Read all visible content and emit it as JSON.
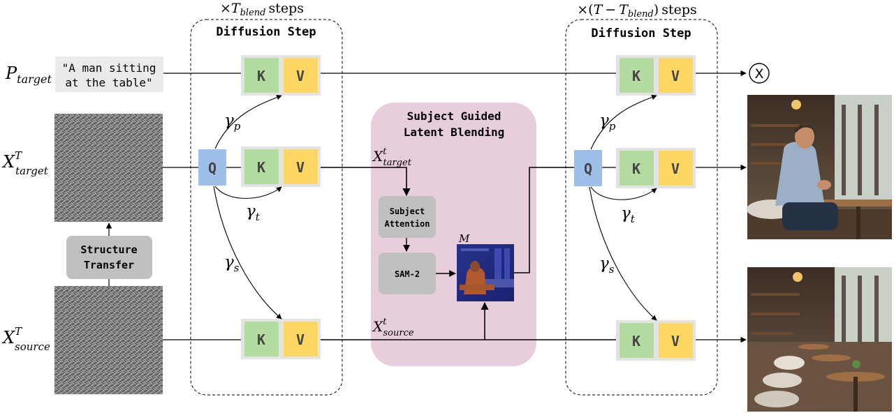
{
  "steps": {
    "left_times": "×",
    "left_T": "T",
    "left_sub": "blend",
    "left_word": "steps",
    "right_prefix": "×(",
    "right_T": "T",
    "right_minus": "−",
    "right_T2": "T",
    "right_sub": "blend",
    "right_suffix": ")",
    "right_word": "steps"
  },
  "blocks": {
    "diffusion_step_left": "Diffusion Step",
    "diffusion_step_right": "Diffusion Step",
    "blending_line1": "Subject Guided",
    "blending_line2": "Latent Blending",
    "subject_attention_line1": "Subject",
    "subject_attention_line2": "Attention",
    "sam2": "SAM-2",
    "structure_line1": "Structure",
    "structure_line2": "Transfer"
  },
  "prompt": {
    "line1": "\"A man sitting",
    "line2": "at the table\""
  },
  "keys": {
    "q": "Q",
    "k": "K",
    "v": "V"
  },
  "labels": {
    "P": "P",
    "P_sub": "target",
    "X": "X",
    "X_sup": "T",
    "X_target_sub": "target",
    "X_source_sub": "source",
    "Xt": "X",
    "Xt_sup": "t",
    "Xt_target_sub": "target",
    "Xt_source_sub": "source",
    "gamma": "γ",
    "gamma_p": "p",
    "gamma_t": "t",
    "gamma_s": "s",
    "M": "M",
    "null_symbol": "X"
  },
  "colors": {
    "q": "#9dbfe8",
    "k": "#b5dca0",
    "v": "#fed763",
    "kv_bg": "#e3e3e3",
    "gray_box": "#c0c0c0",
    "blend_region": "#e8cddd",
    "prompt_bg": "#ebebeb"
  }
}
